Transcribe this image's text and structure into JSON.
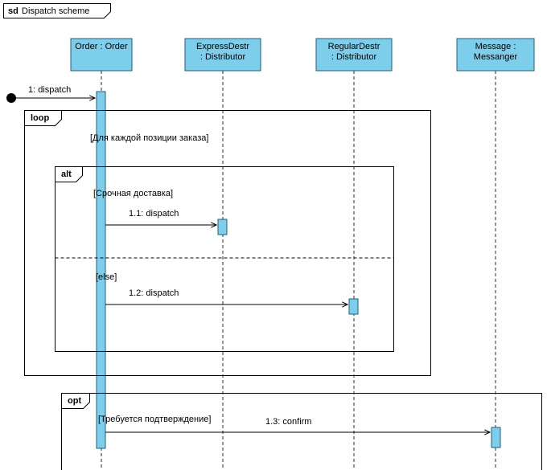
{
  "frame": {
    "keyword": "sd",
    "title": "Dispatch scheme"
  },
  "lifelines": [
    {
      "line1": "Order : Order"
    },
    {
      "line1": "ExpressDestr",
      "line2": ": Distributor"
    },
    {
      "line1": "RegularDestr",
      "line2": ": Distributor"
    },
    {
      "line1": "Message :",
      "line2": "Messanger"
    }
  ],
  "fragments": {
    "loop": {
      "operator": "loop",
      "guard": "[Для каждой позиции заказа]"
    },
    "alt": {
      "operator": "alt",
      "guard_if": "[Срочная доставка]",
      "guard_else": "[else]"
    },
    "opt": {
      "operator": "opt",
      "guard": "[Требуется подтверждение]"
    }
  },
  "messages": [
    {
      "label": "1: dispatch"
    },
    {
      "label": "1.1: dispatch"
    },
    {
      "label": "1.2: dispatch"
    },
    {
      "label": "1.3: confirm"
    }
  ],
  "colors": {
    "shape_fill": "#7CCEEA",
    "shape_border": "#1F5F7A",
    "line": "#000000"
  }
}
